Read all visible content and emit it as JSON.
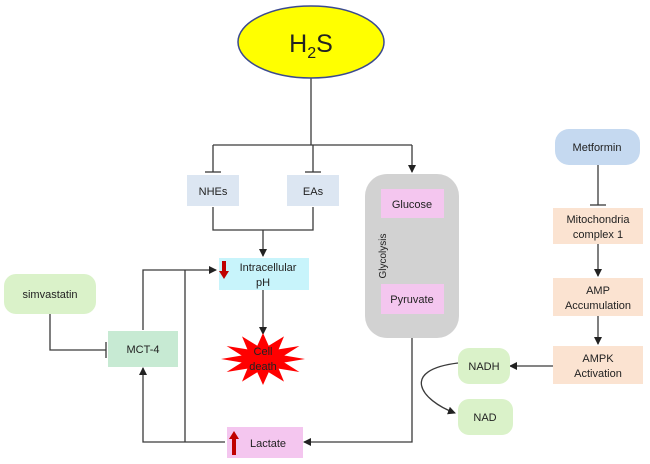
{
  "nodes": {
    "h2s": {
      "label_main": "H",
      "label_sub": "2",
      "label_tail": "S"
    },
    "nhes": {
      "label": "NHEs"
    },
    "eas": {
      "label": "EAs"
    },
    "intracellular_ph": {
      "line1": "Intracellular",
      "line2": "pH"
    },
    "cell_death": {
      "line1": "Cell",
      "line2": "death"
    },
    "simvastatin": {
      "label": "simvastatin"
    },
    "mct4": {
      "label": "MCT-4"
    },
    "lactate": {
      "label": "Lactate"
    },
    "glycolysis": {
      "label": "Glycolysis"
    },
    "glucose": {
      "label": "Glucose"
    },
    "pyruvate": {
      "label": "Pyruvate"
    },
    "metformin": {
      "label": "Metformin"
    },
    "mito_complex": {
      "line1": "Mitochondria",
      "line2": "complex 1"
    },
    "amp_accumulation": {
      "line1": "AMP",
      "line2": "Accumulation"
    },
    "ampk_activation": {
      "line1": "AMPK",
      "line2": "Activation"
    },
    "nadh": {
      "label": "NADH"
    },
    "nad": {
      "label": "NAD"
    }
  },
  "colors": {
    "h2s_fill": "#ffff00",
    "blue_box": "#dce6f2",
    "cyan_box": "#c8f4fb",
    "pink_box": "#f4c6ef",
    "green_box": "#daf2c9",
    "mct4_box": "#c7ead3",
    "orange_box": "#fbe3d1",
    "metformin_box": "#c5d9f0",
    "glycolysis_bg": "#d2d2d2",
    "starburst": "#ff0000",
    "red_arrow": "#c00000"
  }
}
